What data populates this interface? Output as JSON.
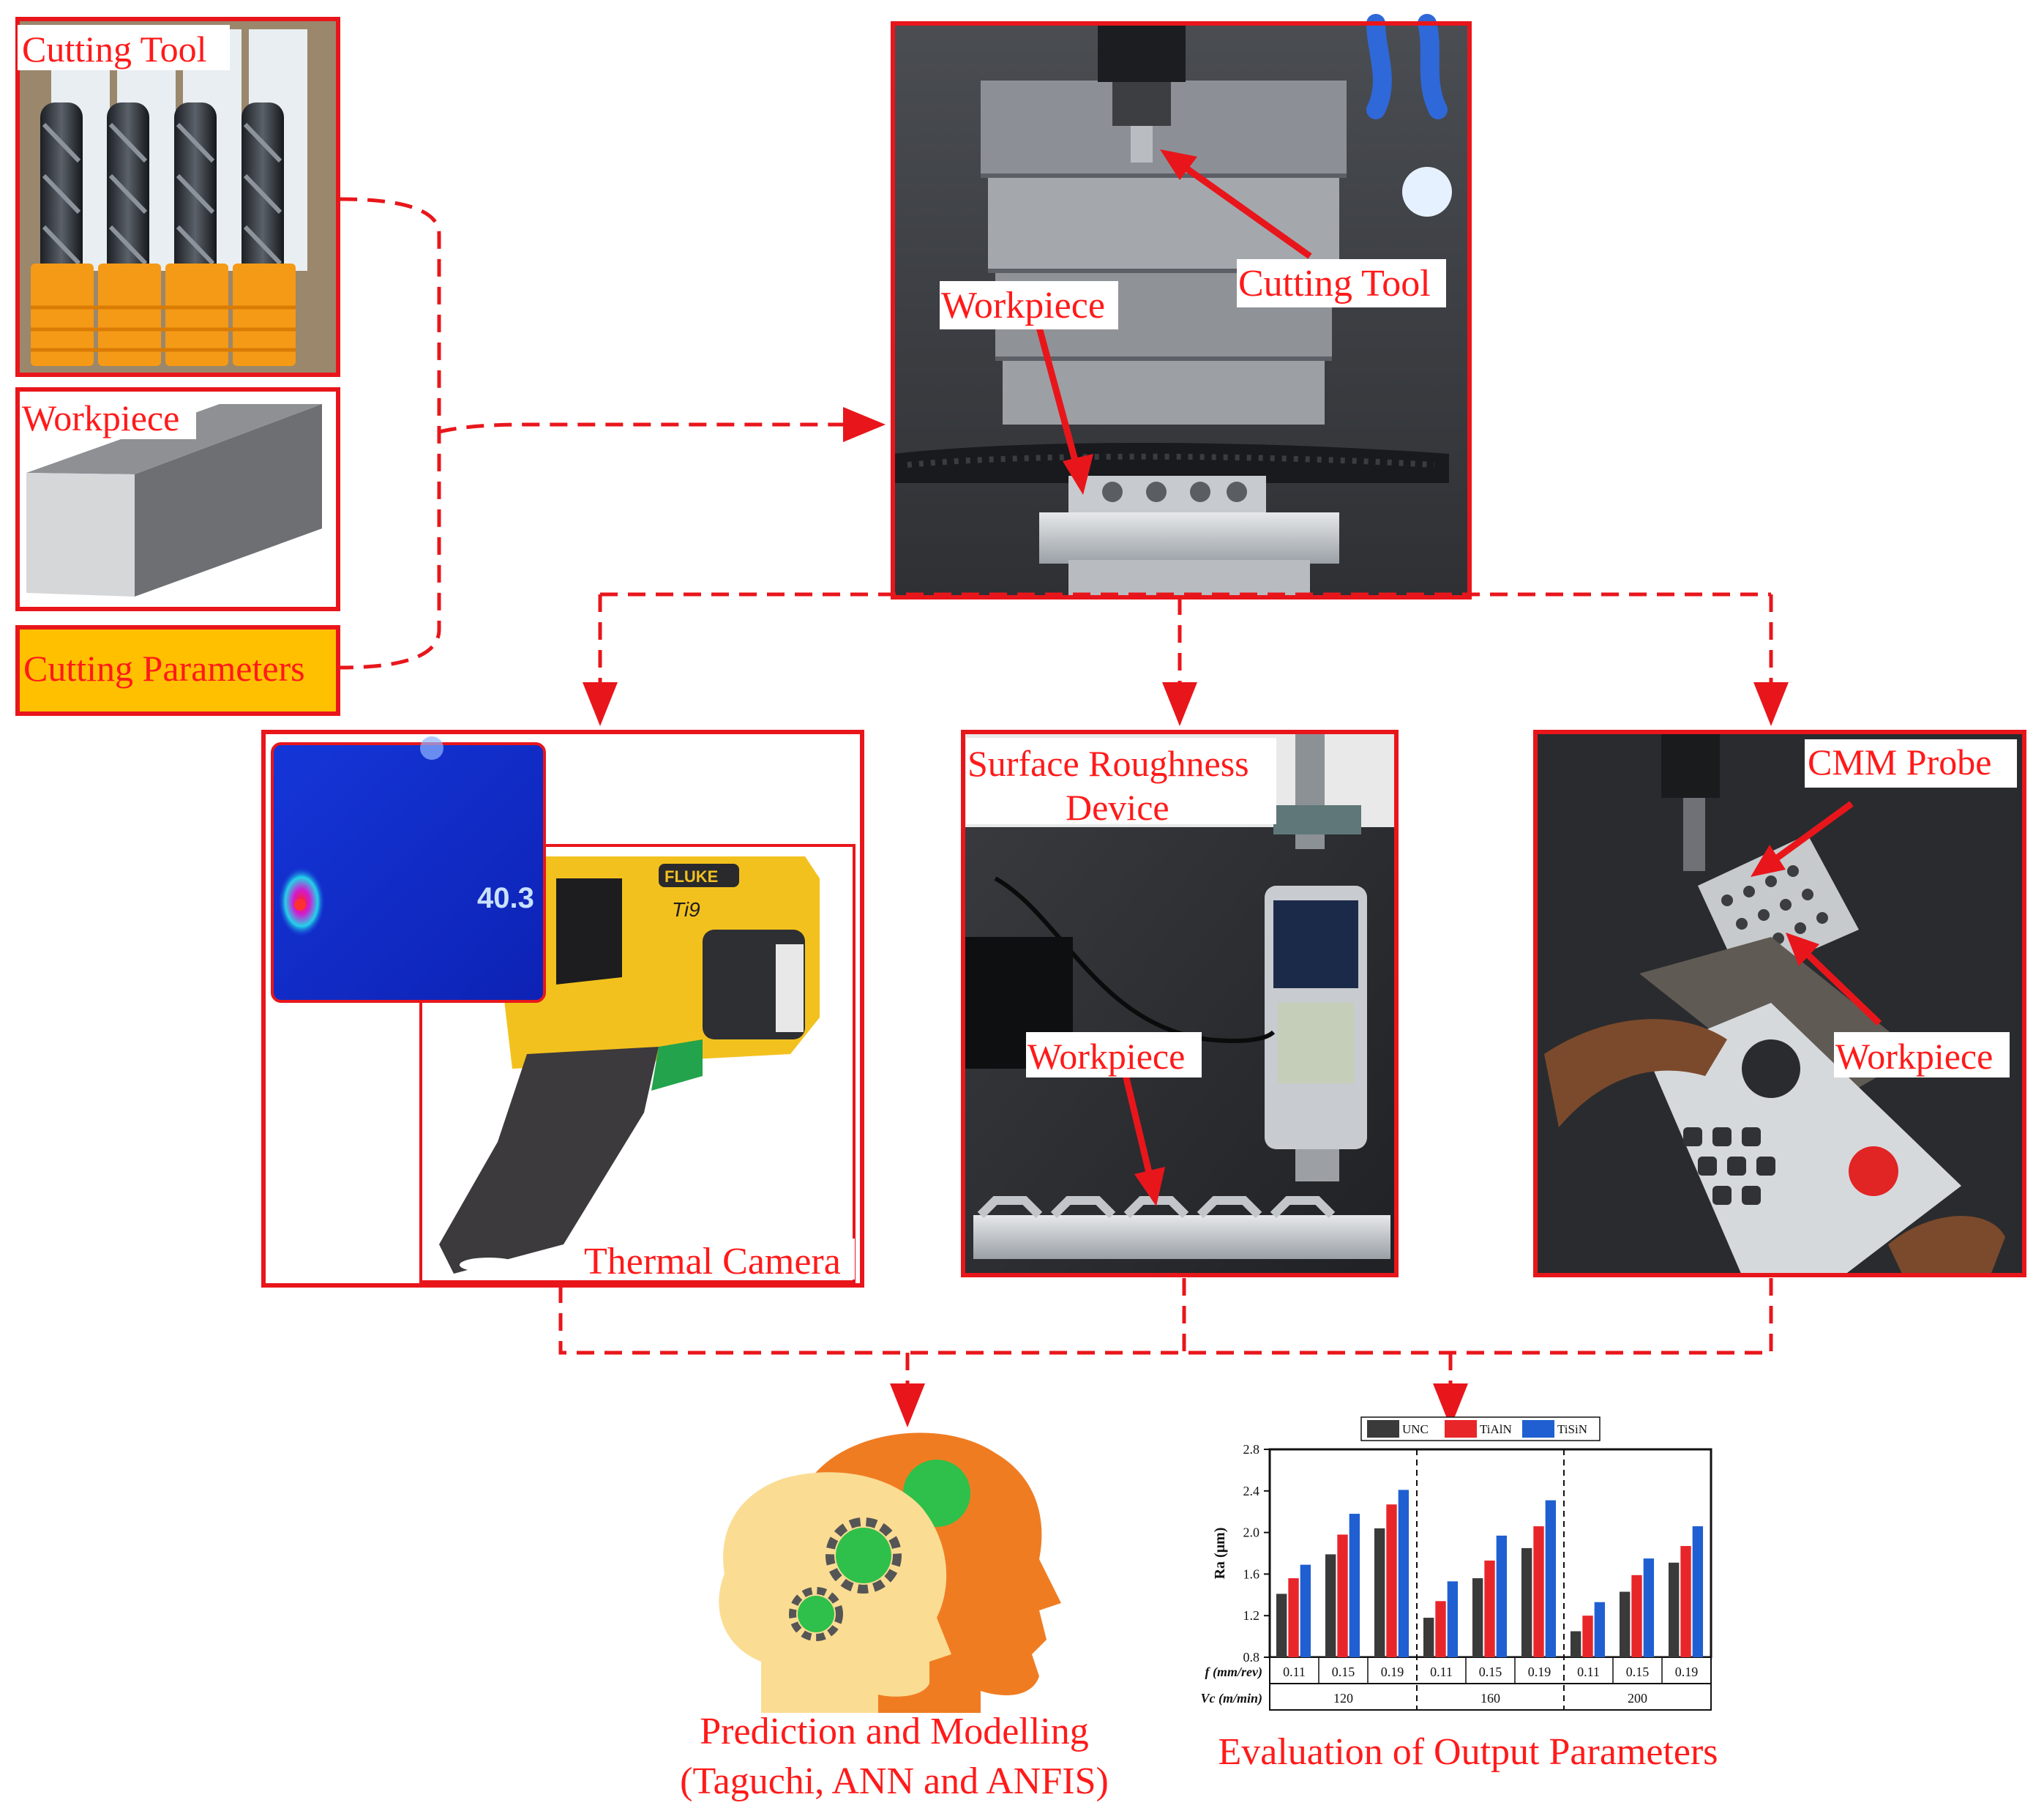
{
  "colors": {
    "accent": "#e8161b",
    "param_fill": "#ffc000",
    "bg": "#ffffff"
  },
  "inputs": {
    "cutting_tool": "Cutting Tool",
    "workpiece": "Workpiece",
    "cutting_parameters": "Cutting Parameters"
  },
  "machine": {
    "cutting_tool": "Cutting Tool",
    "workpiece": "Workpiece"
  },
  "thermal": {
    "readout": "40.3",
    "brand": "FLUKE",
    "model": "Ti9",
    "label": "Thermal Camera"
  },
  "roughness": {
    "label_line1": "Surface Roughness",
    "label_line2": "Device",
    "workpiece": "Workpiece"
  },
  "cmm": {
    "probe": "CMM Probe",
    "workpiece": "Workpiece"
  },
  "outputs": {
    "prediction_line1": "Prediction and Modelling",
    "prediction_line2": "(Taguchi, ANN and ANFIS)",
    "evaluation": "Evaluation of Output Parameters"
  },
  "chart_data": {
    "type": "bar",
    "ylabel": "Ra (μm)",
    "ylim": [
      0.8,
      2.8
    ],
    "yticks": [
      "0.8",
      "1.2",
      "1.6",
      "2.0",
      "2.4",
      "2.8"
    ],
    "row1_label": "f (mm/rev)",
    "row2_label": "Vc (m/min)",
    "f_values": [
      "0.11",
      "0.15",
      "0.19"
    ],
    "vc_values": [
      "120",
      "160",
      "200"
    ],
    "series": [
      {
        "name": "UNC",
        "color": "#3a3a3a",
        "values": [
          1.41,
          1.79,
          2.04,
          1.18,
          1.56,
          1.85,
          1.05,
          1.43,
          1.71
        ]
      },
      {
        "name": "TiAlN",
        "color": "#e8262a",
        "values": [
          1.56,
          1.98,
          2.27,
          1.34,
          1.73,
          2.06,
          1.2,
          1.59,
          1.87
        ]
      },
      {
        "name": "TiSiN",
        "color": "#1f5fd1",
        "values": [
          1.69,
          2.18,
          2.41,
          1.53,
          1.97,
          2.31,
          1.33,
          1.75,
          2.06
        ]
      }
    ],
    "legend_position": "top"
  }
}
